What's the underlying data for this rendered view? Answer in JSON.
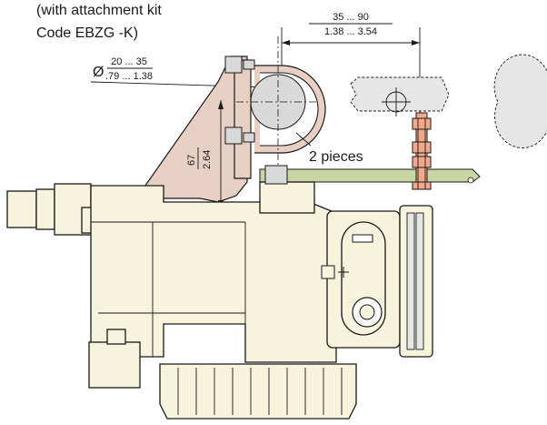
{
  "header_note": {
    "line1": "(with attachment kit",
    "line2": "Code EBZG -K)"
  },
  "dim_pipe_distance": {
    "mm": "35 ... 90",
    "inch": "1.38 ... 3.54"
  },
  "dim_pipe_diameter": {
    "symbol": "Ø",
    "mm": "20 ... 35",
    "inch": ".79 ... 1.38"
  },
  "dim_height": {
    "mm": "67",
    "inch": "2.64"
  },
  "pieces_label": "2 pieces",
  "colors": {
    "device_body": "#f7f3dc",
    "bracket": "#e8cfc3",
    "pipe": "#d9d9d9",
    "plate": "#c9d5a2",
    "bolt": "#f1a98a"
  }
}
